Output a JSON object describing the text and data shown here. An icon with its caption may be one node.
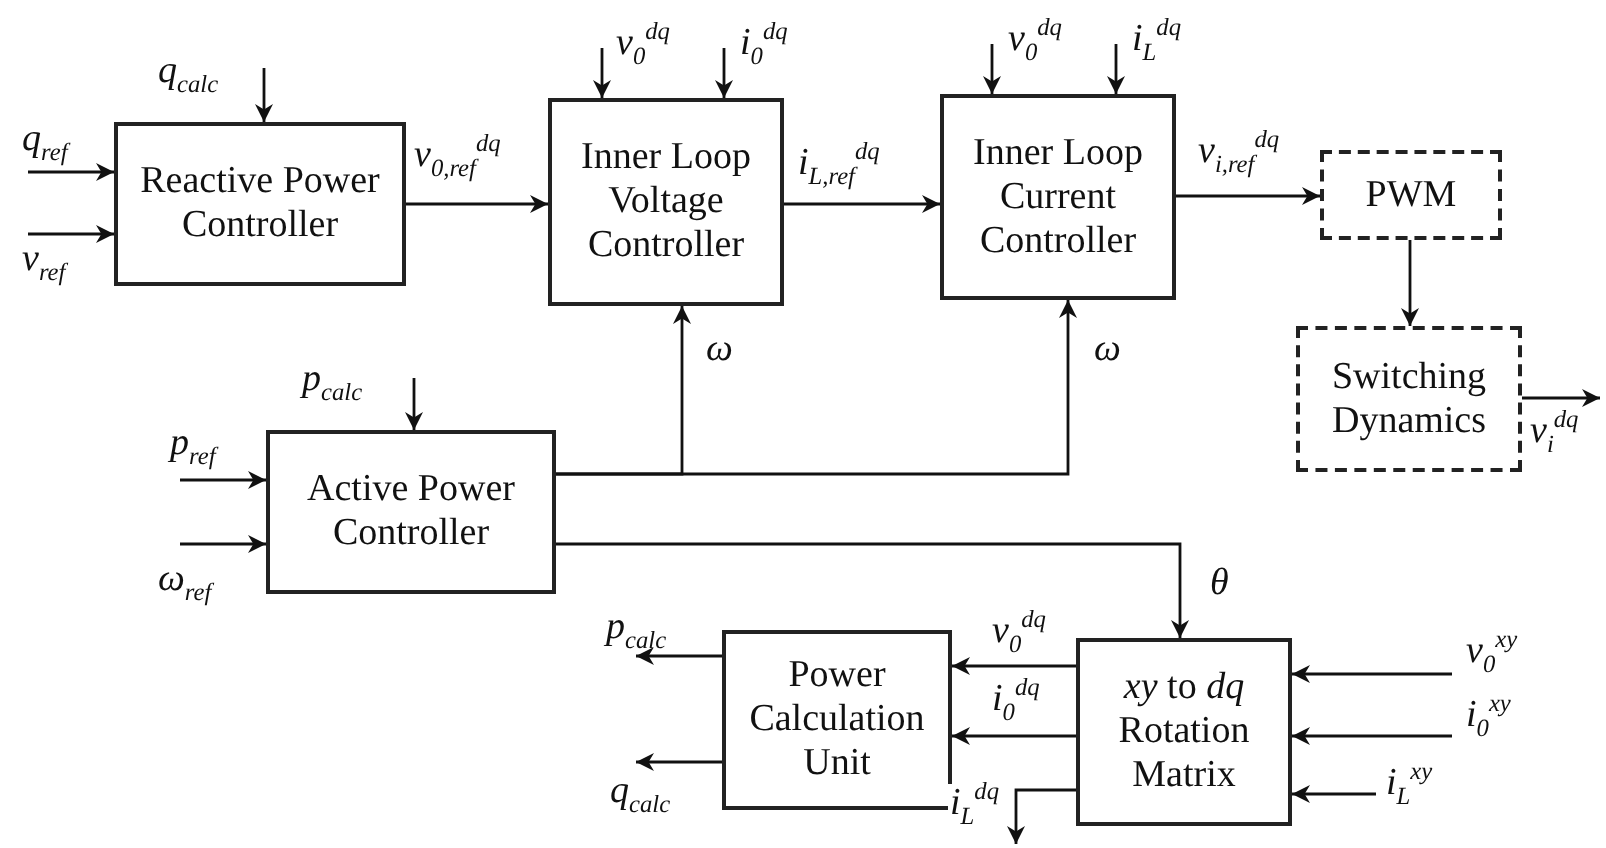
{
  "diagram": {
    "nodes": [
      {
        "text": [
          "Reactive Power Controller"
        ]
      },
      {
        "text": [
          "Inner Loop Voltage Controller"
        ]
      },
      {
        "text": [
          "Inner Loop Current Controller"
        ]
      },
      {
        "text": [
          "PWM"
        ]
      },
      {
        "text": [
          "Switching Dynamics"
        ]
      },
      {
        "text": [
          "Active Power Controller"
        ]
      },
      {
        "text": [
          "Power Calculation Unit"
        ]
      },
      {
        "text": [
          "*xy* to *dq* Rotation Matrix"
        ]
      }
    ],
    "edges": [
      {
        "from": null,
        "to": 0,
        "arrow": "to",
        "label": "q$_{calc}$"
      },
      {
        "from": null,
        "to": 0,
        "arrow": "to",
        "label": "q$_{ref}$"
      },
      {
        "from": null,
        "to": 0,
        "arrow": "to",
        "label": "v$_{ref}$"
      },
      {
        "from": 0,
        "to": 1,
        "arrow": "to",
        "label": "v$_{0,ref}$$^{dq}$"
      },
      {
        "from": null,
        "to": 1,
        "arrow": "to",
        "label": "v$_{0}$$^{dq}$"
      },
      {
        "from": null,
        "to": 1,
        "arrow": "to",
        "label": "i$_{0}$$^{dq}$"
      },
      {
        "from": 1,
        "to": 2,
        "arrow": "to",
        "label": "i$_{L,ref}$$^{dq}$"
      },
      {
        "from": null,
        "to": 2,
        "arrow": "to",
        "label": "v$_{0}$$^{dq}$"
      },
      {
        "from": null,
        "to": 2,
        "arrow": "to",
        "label": "i$_{L}$$^{dq}$"
      },
      {
        "from": 2,
        "to": 3,
        "arrow": "to",
        "label": "v$_{i,ref}$$^{dq}$"
      },
      {
        "from": 3,
        "to": 4,
        "arrow": "to"
      },
      {
        "from": 4,
        "to": null,
        "arrow": "to",
        "label": "v$_{i}$$^{dq}$"
      },
      {
        "from": null,
        "to": 5,
        "arrow": "to",
        "label": "p$_{calc}$"
      },
      {
        "from": null,
        "to": 5,
        "arrow": "to",
        "label": "p$_{ref}$"
      },
      {
        "from": null,
        "to": 5,
        "arrow": "to",
        "label": "ω$_{ref}$"
      },
      {
        "from": 5,
        "to": 1,
        "arrow": "to",
        "label": "ω"
      },
      {
        "from": 5,
        "to": 2,
        "arrow": "to",
        "label": "ω"
      },
      {
        "from": 5,
        "to": 7,
        "arrow": "to",
        "label": "θ"
      },
      {
        "from": 7,
        "to": 6,
        "arrow": "to",
        "label": "v$_{0}$$^{dq}$"
      },
      {
        "from": 7,
        "to": 6,
        "arrow": "to",
        "label": "i$_{0}$$^{dq}$"
      },
      {
        "from": 6,
        "to": null,
        "arrow": "to",
        "label": "p$_{calc}$"
      },
      {
        "from": 6,
        "to": null,
        "arrow": "to",
        "label": "q$_{calc}$"
      },
      {
        "from": null,
        "to": 7,
        "arrow": "to",
        "label": "v$_{0}$$^{xy}$"
      },
      {
        "from": null,
        "to": 7,
        "arrow": "to",
        "label": "i$_{0}$$^{xy}$"
      },
      {
        "from": null,
        "to": 7,
        "arrow": "to",
        "label": "i$_{L}$$^{xy}$"
      },
      {
        "from": 7,
        "to": null,
        "arrow": "to",
        "label": "i$_{L}$$^{dq}$"
      }
    ]
  }
}
